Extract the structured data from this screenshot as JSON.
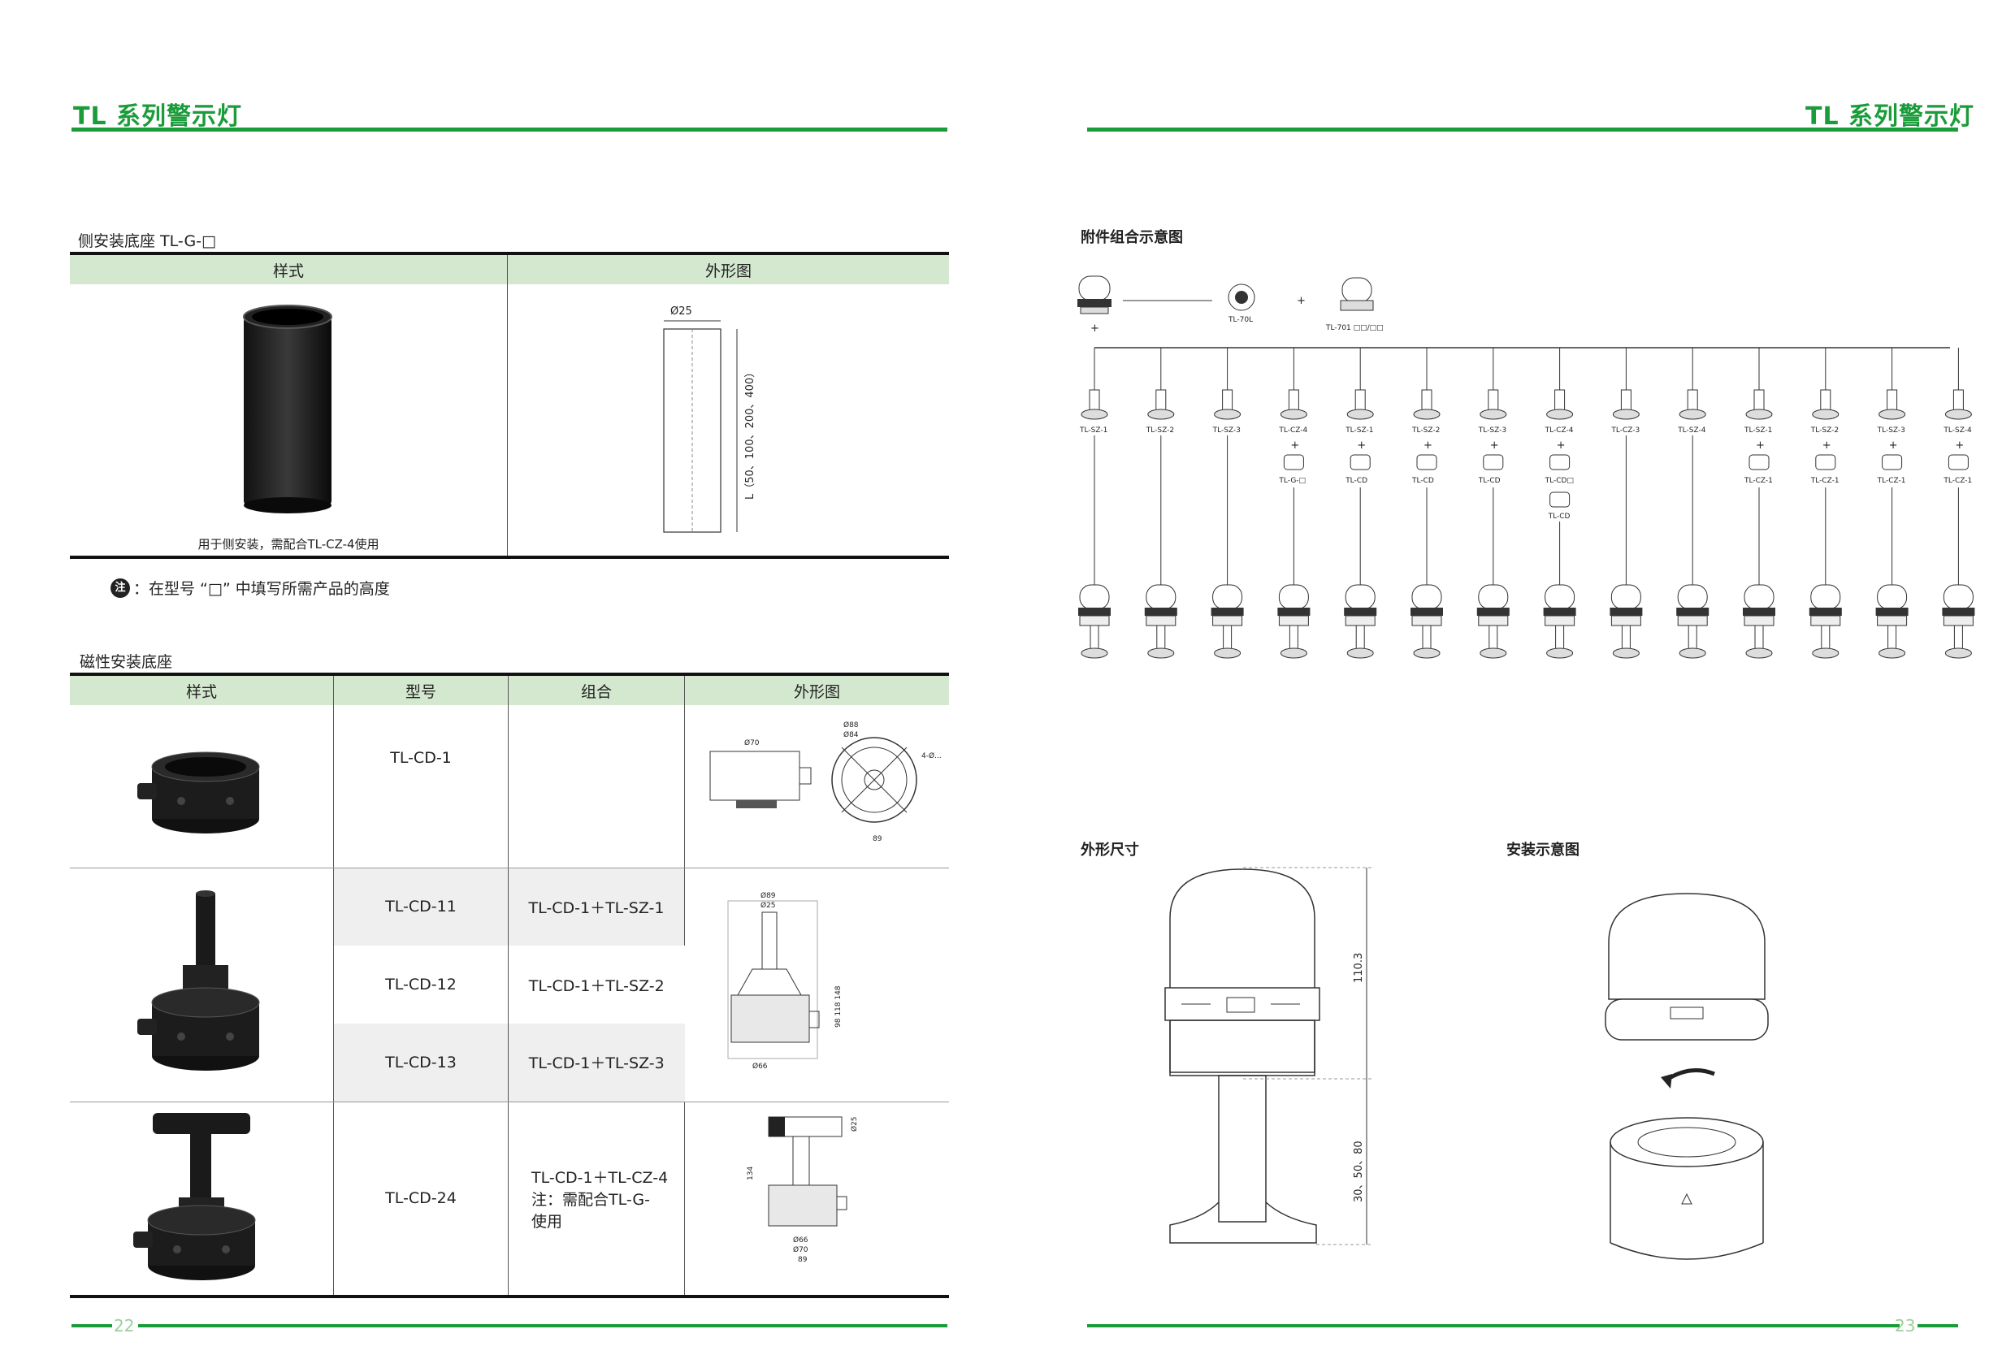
{
  "left_page": {
    "header_title": "TL 系列警示灯",
    "page_number": "22",
    "side_mount": {
      "section_title": "侧安装底座  TL-G-□",
      "col_style": "样式",
      "col_drawing": "外形图",
      "caption": "用于侧安装，需配合TL-CZ-4使用",
      "dim_diameter": "Ø25",
      "dim_length": "L（50、100、200、400）"
    },
    "note": {
      "icon": "注",
      "text": "：在型号 “□” 中填写所需产品的高度"
    },
    "magnetic": {
      "section_title": "磁性安装底座",
      "headers": [
        "样式",
        "型号",
        "组合",
        "外形图"
      ],
      "rows": [
        {
          "model": "TL-CD-1",
          "combo": ""
        },
        {
          "model": "TL-CD-11",
          "combo": "TL-CD-1＋TL-SZ-1"
        },
        {
          "model": "TL-CD-12",
          "combo": "TL-CD-1＋TL-SZ-2"
        },
        {
          "model": "TL-CD-13",
          "combo": "TL-CD-1＋TL-SZ-3"
        },
        {
          "model": "TL-CD-24",
          "combo": "TL-CD-1＋TL-CZ-4",
          "note": "注：需配合TL-G-使用"
        }
      ],
      "drawing_labels": {
        "cd1_a": "Ø70",
        "cd1_b": "Ø88",
        "cd1_c": "Ø84",
        "cd1_d": "89",
        "cd1_e": "4-Ø...",
        "cd11_a": "Ø89",
        "cd11_b": "Ø25",
        "cd11_c": "Ø66",
        "cd11_d": "98 118 148",
        "cd24_a": "Ø25",
        "cd24_b": "134",
        "cd24_c": "Ø66",
        "cd24_d": "Ø70",
        "cd24_e": "89"
      }
    }
  },
  "right_page": {
    "header_title": "TL 系列警示灯",
    "page_number": "23",
    "combo_title": "附件组合示意图",
    "combo_top": {
      "part1": "TL-70L",
      "plus": "+",
      "part2": "TL-701 □□/□□"
    },
    "combo_columns": [
      {
        "a": "TL-SZ-1",
        "b": "",
        "c": ""
      },
      {
        "a": "TL-SZ-2",
        "b": "",
        "c": ""
      },
      {
        "a": "TL-SZ-3",
        "b": "",
        "c": ""
      },
      {
        "a": "TL-CZ-4",
        "b": "TL-G-□",
        "c": ""
      },
      {
        "a": "TL-SZ-1",
        "b": "TL-CD",
        "c": ""
      },
      {
        "a": "TL-SZ-2",
        "b": "TL-CD",
        "c": ""
      },
      {
        "a": "TL-SZ-3",
        "b": "TL-CD",
        "c": ""
      },
      {
        "a": "TL-CZ-4",
        "b": "TL-CD□",
        "c": "TL-CD"
      },
      {
        "a": "TL-CZ-3",
        "b": "",
        "c": ""
      },
      {
        "a": "TL-SZ-4",
        "b": "",
        "c": ""
      },
      {
        "a": "TL-SZ-1",
        "b": "TL-CZ-1",
        "c": ""
      },
      {
        "a": "TL-SZ-2",
        "b": "TL-CZ-1",
        "c": ""
      },
      {
        "a": "TL-SZ-3",
        "b": "TL-CZ-1",
        "c": ""
      },
      {
        "a": "TL-SZ-4",
        "b": "TL-CZ-1",
        "c": ""
      }
    ],
    "dims_title": "外形尺寸",
    "dims": {
      "upper": "110.3",
      "lower": "30、50、80"
    },
    "install_title": "安装示意图"
  },
  "colors": {
    "brand_green": "#1a9c3a",
    "header_fill": "#d3e8cf"
  }
}
